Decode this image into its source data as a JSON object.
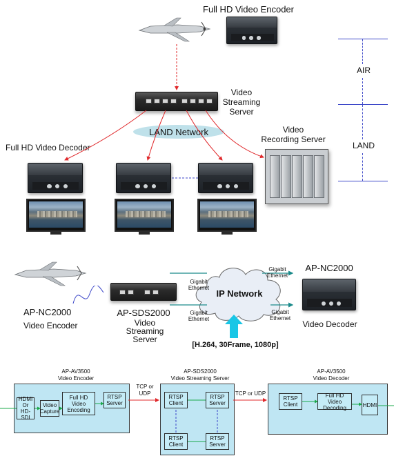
{
  "top_diagram": {
    "encoder_label": "Full HD Video Encoder",
    "server_label_line1": "Video",
    "server_label_line2": "Streaming",
    "server_label_line3": "Server",
    "network_label": "LAND  Network",
    "decoder_label": "Full HD Video Decoder",
    "recorder_label_line1": "Video",
    "recorder_label_line2": "Recording Server",
    "zone_air": "AIR",
    "zone_land": "LAND"
  },
  "middle_diagram": {
    "encoder_model": "AP-NC2000",
    "encoder_desc": "Video Encoder",
    "server_model": "AP-SDS2000",
    "server_desc_line1": "Video",
    "server_desc_line2": "Streaming",
    "server_desc_line3": "Server",
    "cloud_label": "IP Network",
    "gigabit_line1": "Gigabit",
    "gigabit_line2": "Ethernet",
    "decoder_model": "AP-NC2000",
    "decoder_desc": "Video Decoder",
    "stream_spec": "[H.264, 30Frame, 1080p]"
  },
  "block_diagram": {
    "encoder": {
      "title_line1": "AP-AV3500",
      "title_line2": "Video Encoder",
      "hdmi_in_line1": "HDMI",
      "hdmi_in_line2": "Or",
      "hdmi_in_line3": "HD-SDI",
      "capture_line1": "Video",
      "capture_line2": "Capture",
      "encoding_line1": "Full HD",
      "encoding_line2": "Video",
      "encoding_line3": "Encoding",
      "rtsp_line1": "RTSP",
      "rtsp_line2": "Server"
    },
    "link1_line1": "TCP or",
    "link1_line2": "UDP",
    "server": {
      "title_line1": "AP-SDS2000",
      "title_line2": "Video Streaming  Server",
      "client_line1": "RTSP",
      "client_line2": "Client",
      "srv_line1": "RTSP",
      "srv_line2": "Server"
    },
    "link2": "TCP or UDP",
    "decoder": {
      "title_line1": "AP-AV3500",
      "title_line2": "Video Decoder",
      "rtsp_line1": "RTSP",
      "rtsp_line2": "Client",
      "decoding_line1": "Full HD Video",
      "decoding_line2": "Decoding",
      "hdmi_out": "HDMI"
    }
  },
  "colors": {
    "arrow_red": "#e0282b",
    "line_blue": "#3b46c8",
    "cloud_arrow": "#19c6e6",
    "ethernet_teal": "#1b8a8a",
    "block_fill": "#bfe6f3",
    "link_green": "#1aa84a"
  }
}
